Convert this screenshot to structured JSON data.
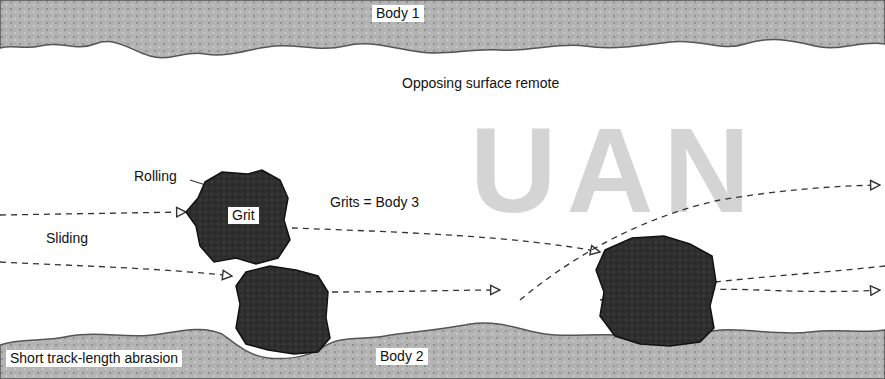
{
  "diagram": {
    "nodes": [
      {
        "text": [
          "Body 1"
        ]
      },
      {
        "text": [
          "Grit"
        ]
      },
      {
        "text": [
          "Short track-length abrasion",
          "Body 2"
        ]
      }
    ],
    "labels": [
      "Opposing surface remote",
      "Rolling",
      "Sliding",
      "Grits = Body 3",
      "UAN"
    ]
  }
}
